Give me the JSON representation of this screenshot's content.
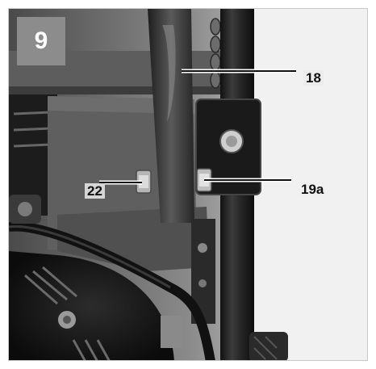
{
  "figure": {
    "step_number": "9",
    "callouts": {
      "part_18": "18",
      "part_19a": "19a",
      "part_22": "22"
    }
  }
}
